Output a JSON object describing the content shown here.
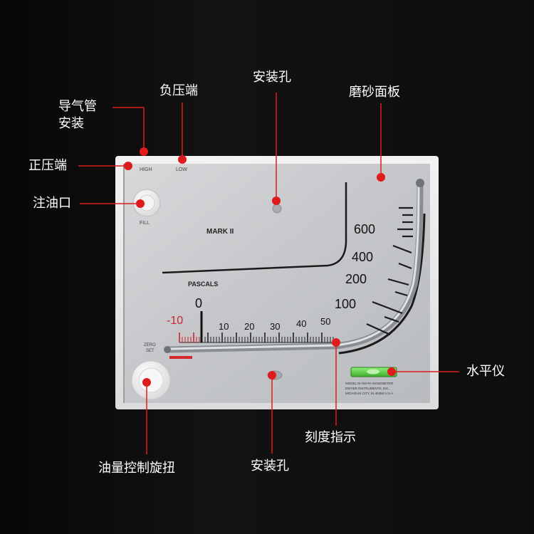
{
  "callouts": {
    "air_tube_label": "导气管\n安装",
    "negative_port_label": "负压端",
    "mount_hole_top_label": "安装孔",
    "frosted_panel_label": "磨砂面板",
    "positive_port_label": "正压端",
    "fill_port_label": "注油口",
    "level_label": "水平仪",
    "scale_indicator_label": "刻度指示",
    "mount_hole_bottom_label": "安装孔",
    "oil_knob_label": "油量控制旋扭"
  },
  "gauge": {
    "high_label": "HIGH",
    "low_label": "LOW",
    "fill_label": "FILL",
    "model_label": "MARK  II",
    "unit_label": "PASCALS",
    "zero_set_label_line1": "ZERO",
    "zero_set_label_line2": "SET",
    "scale_zero": "0",
    "scale_neg": "-10",
    "scale_10": "10",
    "scale_20": "20",
    "scale_30": "30",
    "scale_40": "40",
    "scale_50": "50",
    "scale_100": "100",
    "scale_200": "200",
    "scale_400": "400",
    "scale_600": "600",
    "plate_line1": "MODEL M-750-PA MANOMETER",
    "plate_line2": "DWYER INSTRUMENTS, INC.",
    "plate_line3": "MICHIGAN CITY, IN 46360 U.S.A."
  },
  "colors": {
    "background": "#0b0b0b",
    "callout_red": "#e01b1b",
    "panel_face": "#c7c9cc",
    "level_green": "#62d94b"
  }
}
